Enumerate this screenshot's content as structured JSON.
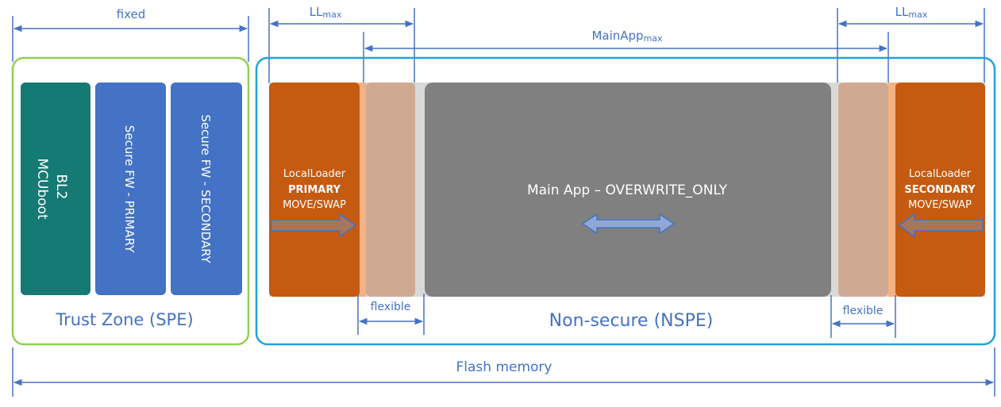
{
  "dimensions": {
    "fixed": "fixed",
    "ll_main": "LL",
    "ll_sub": "max",
    "mainapp_main": "MainApp",
    "mainapp_sub": "max",
    "flexible": "flexible",
    "flash_memory": "Flash memory"
  },
  "trust_zone": {
    "label": "Trust Zone (SPE)",
    "bl2_line1": "BL2",
    "bl2_line2": "MCUboot",
    "secure_fw_primary": "Secure FW - PRIMARY",
    "secure_fw_secondary": "Secure FW - SECONDARY"
  },
  "non_secure": {
    "label": "Non-secure (NSPE)",
    "ll_primary": {
      "line1": "LocalLoader",
      "line2": "PRIMARY",
      "line3": "MOVE/SWAP"
    },
    "ll_secondary": {
      "line1": "LocalLoader",
      "line2": "SECONDARY",
      "line3": "MOVE/SWAP"
    },
    "main_app": "Main App – OVERWRITE_ONLY"
  },
  "colors": {
    "accent_blue": "#4472C4",
    "trust_zone_border": "#92D050",
    "nspe_border": "#1FA4DB",
    "bl2_fill": "#147A73",
    "secure_fw_fill": "#4472C4",
    "local_loader_fill": "#C55A11",
    "flexible_fill": "#D0A993",
    "main_app_fill": "#808080",
    "gap_fill": "#D9D9D9"
  }
}
